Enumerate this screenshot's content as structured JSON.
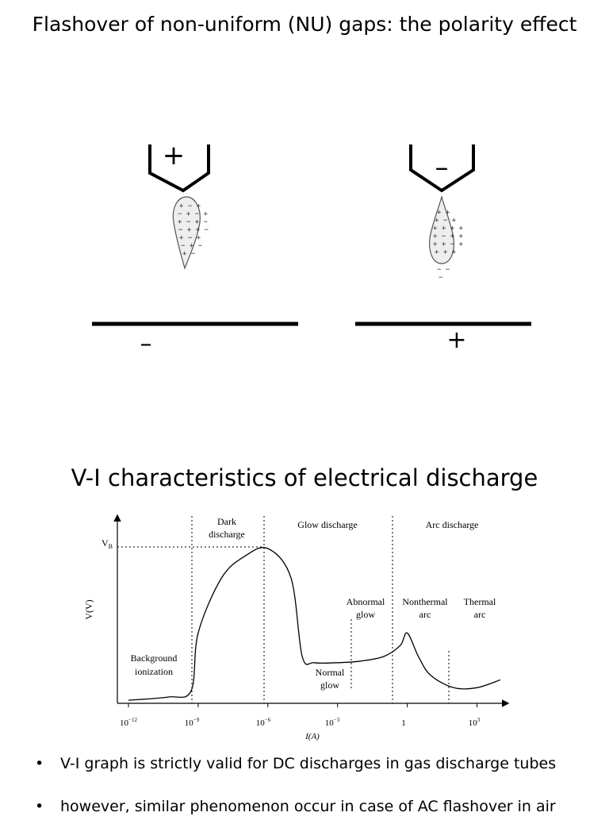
{
  "slide1": {
    "title": "Flashover of non-uniform (NU) gaps: the polarity effect",
    "left_gap": {
      "needle_sign": "+",
      "plane_sign": "–"
    },
    "right_gap": {
      "needle_sign": "–",
      "plane_sign": "+"
    }
  },
  "slide2": {
    "title": "V-I characteristics of electrical discharge",
    "chart": {
      "y_axis_label": "V(V)",
      "x_axis_label": "I(A)",
      "vb_label": "V",
      "vb_subscript": "B",
      "regions": [
        "Dark",
        "discharge",
        "Glow discharge",
        "Arc discharge"
      ],
      "sub_regions": [
        "Background",
        "ionization",
        "Normal",
        "glow",
        "Abnormal",
        "glow",
        "Nonthermal",
        "arc",
        "Thermal",
        "arc"
      ],
      "x_ticks": [
        {
          "base": "10",
          "exp": "−12"
        },
        {
          "base": "10",
          "exp": "−9"
        },
        {
          "base": "10",
          "exp": "−6"
        },
        {
          "base": "10",
          "exp": "−3"
        },
        {
          "base": "1",
          "exp": ""
        },
        {
          "base": "10",
          "exp": "3"
        }
      ]
    }
  },
  "chart_data": {
    "type": "line",
    "title": "V-I characteristics of electrical discharge",
    "xlabel": "I(A)",
    "ylabel": "V(V)",
    "x_scale": "log",
    "x_ticks": [
      "10^-12",
      "10^-9",
      "10^-6",
      "10^-3",
      "1",
      "10^3"
    ],
    "series": [
      {
        "x": [
          1e-12,
          5e-11,
          5e-10,
          1e-09,
          1e-08,
          1e-07,
          1e-06,
          1e-05,
          3e-05,
          0.0001,
          0.001,
          0.01,
          0.1,
          0.5,
          1,
          3,
          10,
          100,
          1000,
          10000
        ],
        "y": [
          0.02,
          0.04,
          0.08,
          0.45,
          0.8,
          0.94,
          0.99,
          0.8,
          0.3,
          0.26,
          0.26,
          0.27,
          0.3,
          0.37,
          0.45,
          0.3,
          0.18,
          0.1,
          0.1,
          0.15
        ]
      }
    ],
    "annotations": [
      "V_B",
      "Dark discharge",
      "Glow discharge",
      "Arc discharge",
      "Background ionization",
      "Normal glow",
      "Abnormal glow",
      "Nonthermal arc",
      "Thermal arc"
    ],
    "grid": false
  },
  "bullets": [
    "V-I graph is strictly valid for DC discharges in gas discharge tubes",
    "however, similar phenomenon occur in case of AC flashover in air"
  ]
}
